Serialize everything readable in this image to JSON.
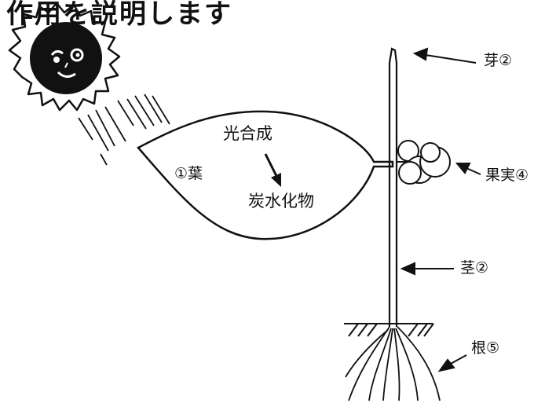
{
  "title": "作用を説明します",
  "leaf": {
    "label": "①葉",
    "process_top": "光合成",
    "process_bottom": "炭水化物"
  },
  "labels": {
    "bud": "芽②",
    "fruit": "果実④",
    "stem": "茎②",
    "root": "根⑤"
  },
  "colors": {
    "ink": "#111111",
    "background": "#ffffff"
  }
}
